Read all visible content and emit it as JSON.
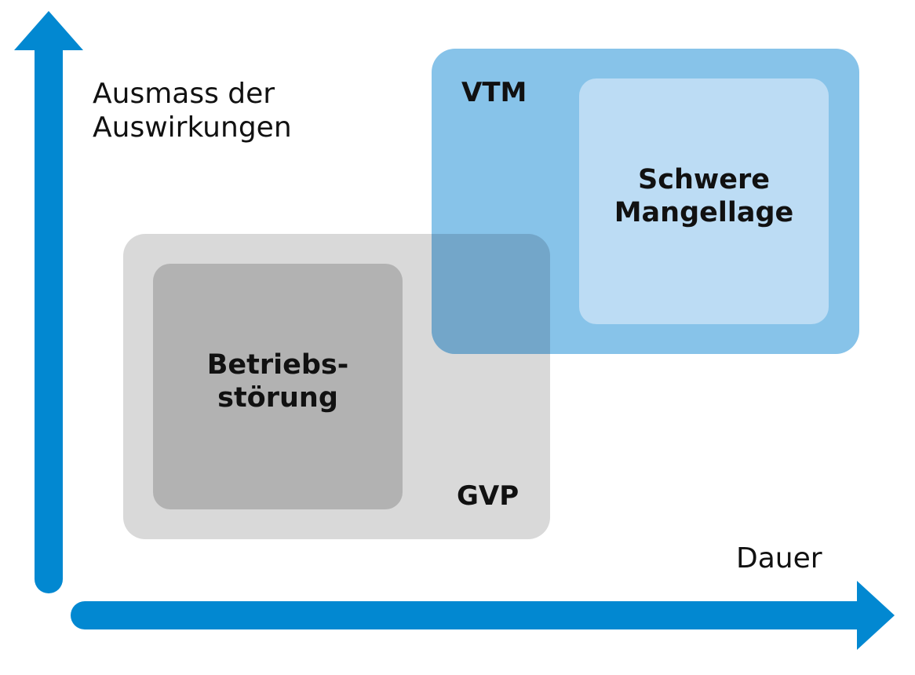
{
  "axes": {
    "y_label": "Ausmass der\nAuswirkungen",
    "x_label": "Dauer"
  },
  "regions": {
    "gvp": {
      "tag": "GVP",
      "inner_label": "Betriebs-\nstörung",
      "outer_color": "#d9d9d9",
      "inner_color": "#b2b2b2"
    },
    "vtm": {
      "tag": "VTM",
      "inner_label": "Schwere\nMangellage",
      "outer_color": "#87c3e9",
      "inner_color": "#bcdcf4",
      "overlap_color": "#73a6c9"
    }
  },
  "colors": {
    "axis": "#0288d1",
    "text": "#111111"
  }
}
